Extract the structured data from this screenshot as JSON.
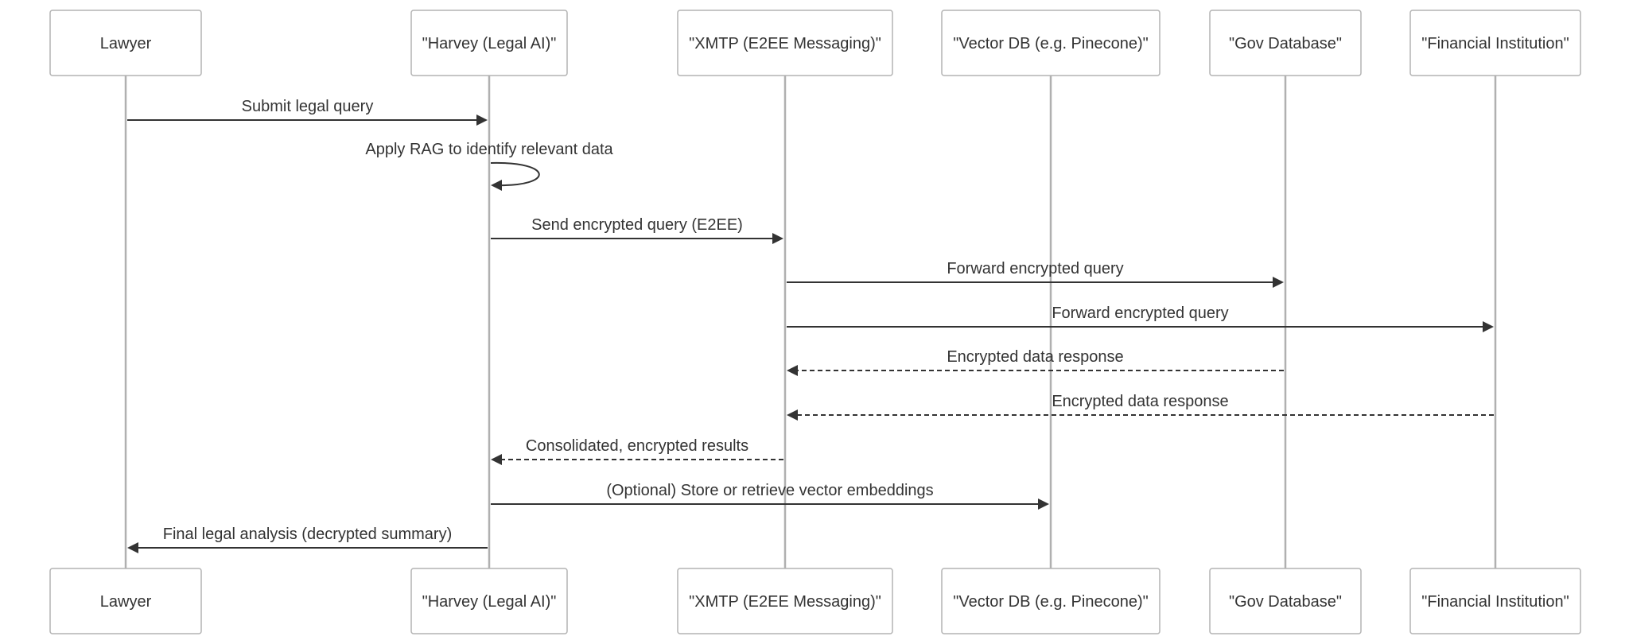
{
  "diagram": {
    "type": "sequence",
    "participants": [
      {
        "id": "lawyer",
        "label": "Lawyer"
      },
      {
        "id": "harvey",
        "label": "\"Harvey (Legal AI)\""
      },
      {
        "id": "xmtp",
        "label": "\"XMTP (E2EE Messaging)\""
      },
      {
        "id": "vectordb",
        "label": "\"Vector DB (e.g. Pinecone)\""
      },
      {
        "id": "govdb",
        "label": "\"Gov Database\""
      },
      {
        "id": "fin",
        "label": "\"Financial Institution\""
      }
    ],
    "messages": [
      {
        "from": "lawyer",
        "to": "harvey",
        "label": "Submit legal query",
        "style": "solid"
      },
      {
        "from": "harvey",
        "to": "harvey",
        "label": "Apply RAG to identify relevant data",
        "style": "solid"
      },
      {
        "from": "harvey",
        "to": "xmtp",
        "label": "Send encrypted query (E2EE)",
        "style": "solid"
      },
      {
        "from": "xmtp",
        "to": "govdb",
        "label": "Forward encrypted query",
        "style": "solid"
      },
      {
        "from": "xmtp",
        "to": "fin",
        "label": "Forward encrypted query",
        "style": "solid"
      },
      {
        "from": "govdb",
        "to": "xmtp",
        "label": "Encrypted data response",
        "style": "dashed"
      },
      {
        "from": "fin",
        "to": "xmtp",
        "label": "Encrypted data response",
        "style": "dashed"
      },
      {
        "from": "xmtp",
        "to": "harvey",
        "label": "Consolidated, encrypted results",
        "style": "dashed"
      },
      {
        "from": "harvey",
        "to": "vectordb",
        "label": "(Optional) Store or retrieve vector embeddings",
        "style": "solid"
      },
      {
        "from": "harvey",
        "to": "lawyer",
        "label": "Final legal analysis (decrypted summary)",
        "style": "solid"
      }
    ]
  }
}
